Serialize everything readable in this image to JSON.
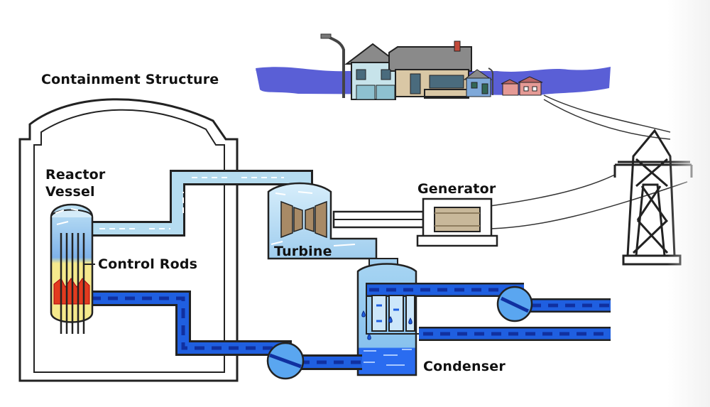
{
  "labels": {
    "containment": "Containment Structure",
    "reactor_line1": "Reactor",
    "reactor_line2": "Vessel",
    "control_rods": "Control Rods",
    "turbine": "Turbine",
    "generator": "Generator",
    "condenser": "Condenser"
  },
  "colors": {
    "steam": "#b5dcf0",
    "steam_highlight": "#ffffff",
    "water": "#1f5fe0",
    "water_dash": "#1030a0",
    "coolant_dark": "#0a2a88",
    "fuel": "#f5e98c",
    "hot_core": "#e23b1f",
    "sky": "#5a5fd6",
    "outline": "#222222"
  }
}
